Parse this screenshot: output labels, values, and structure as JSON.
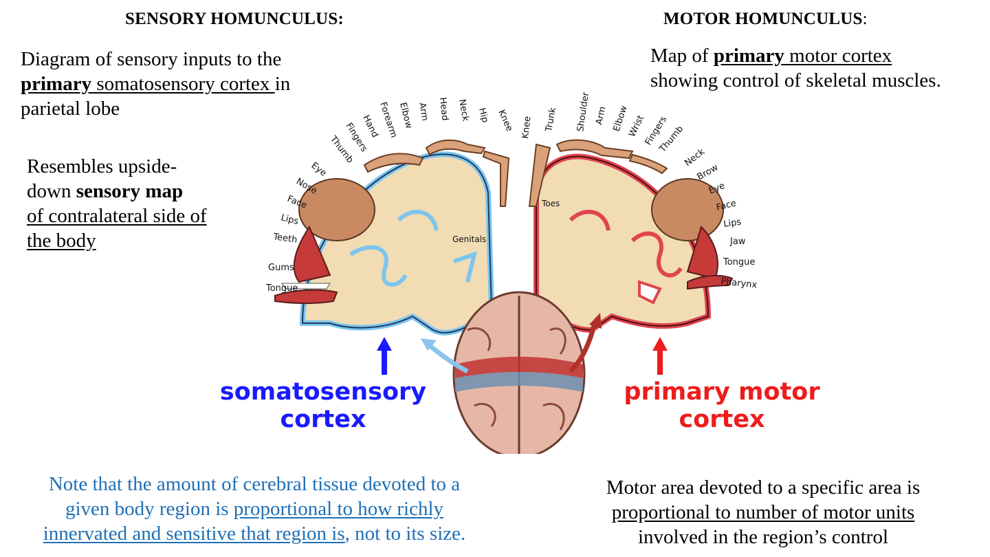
{
  "left": {
    "heading": "SENSORY HOMUNCULUS:",
    "desc": {
      "line1": "Diagram of sensory inputs to the",
      "bold": "primary",
      "underlined": " somatosensory cortex ",
      "tail": "in",
      "line3": "parietal lobe"
    },
    "map": {
      "line1": "Resembles upside-",
      "line2_pre": "down ",
      "line2_bold": "sensory map",
      "line3": "of contralateral side of",
      "line4": "the body"
    },
    "cortex_label": [
      "somatosensory",
      "cortex"
    ],
    "note": {
      "pre": "Note that the amount of cerebral tissue devoted to a",
      "line2_pre": "given body region is ",
      "line2_u": "proportional to how richly",
      "line3_u": "innervated and sensitive that region is",
      "line3_post": ", not to its size."
    },
    "body_labels": [
      "Tongue",
      "Gums",
      "Teeth",
      "Lips",
      "Face",
      "Nose",
      "Eye",
      "Thumb",
      "Fingers",
      "Hand",
      "Forearm",
      "Elbow",
      "Arm",
      "Head",
      "Neck",
      "Hip",
      "Knee",
      "Genitals"
    ]
  },
  "right": {
    "heading": "MOTOR HOMUNCULUS",
    "heading_colon": ":",
    "desc": {
      "pre": "Map of ",
      "bold": "primary",
      "underlined": " motor cortex",
      "line2": "showing control of skeletal muscles."
    },
    "cortex_label": [
      "primary motor",
      "cortex"
    ],
    "note": {
      "line1": "Motor area devoted to a specific area is",
      "line2_u": "proportional to number of motor units",
      "line3": "involved in the region’s control"
    },
    "body_labels": [
      "Knee",
      "Trunk",
      "Shoulder",
      "Arm",
      "Elbow",
      "Wrist",
      "Fingers",
      "Thumb",
      "Neck",
      "Brow",
      "Eye",
      "Face",
      "Lips",
      "Jaw",
      "Tongue",
      "Pharynx",
      "Toes"
    ]
  },
  "colors": {
    "sensory": "#1a1aff",
    "motor": "#ee1c1c",
    "note": "#1f6fb5"
  }
}
